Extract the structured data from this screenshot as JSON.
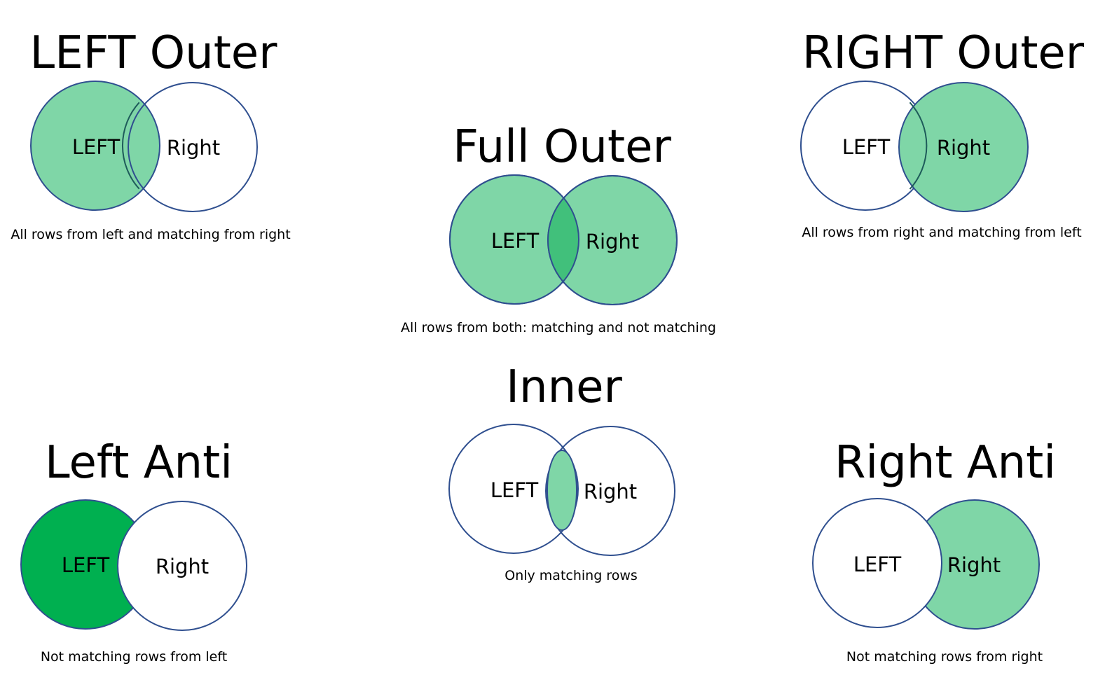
{
  "colors": {
    "light_green": "#7fd6a7",
    "dark_green": "#00b050",
    "intersect_green": "#41c07b",
    "stroke": "#2f4f8f",
    "background": "#ffffff"
  },
  "diagrams": [
    {
      "id": "left-outer",
      "title": "LEFT Outer",
      "left_label": "LEFT",
      "right_label": "Right",
      "caption": "All rows from left and matching from right",
      "fill": "left-circle"
    },
    {
      "id": "full-outer",
      "title": "Full Outer",
      "left_label": "LEFT",
      "right_label": "Right",
      "caption": "All rows from both: matching and not matching",
      "fill": "both-circles"
    },
    {
      "id": "right-outer",
      "title": "RIGHT Outer",
      "left_label": "LEFT",
      "right_label": "Right",
      "caption": "All rows from right and matching from left",
      "fill": "right-circle"
    },
    {
      "id": "left-anti",
      "title": "Left Anti",
      "left_label": "LEFT",
      "right_label": "Right",
      "caption": "Not matching rows from left",
      "fill": "left-only"
    },
    {
      "id": "inner",
      "title": "Inner",
      "left_label": "LEFT",
      "right_label": "Right",
      "caption": "Only matching rows",
      "fill": "intersection-only"
    },
    {
      "id": "right-anti",
      "title": "Right Anti",
      "left_label": "LEFT",
      "right_label": "Right",
      "caption": "Not matching rows from right",
      "fill": "right-only"
    }
  ]
}
